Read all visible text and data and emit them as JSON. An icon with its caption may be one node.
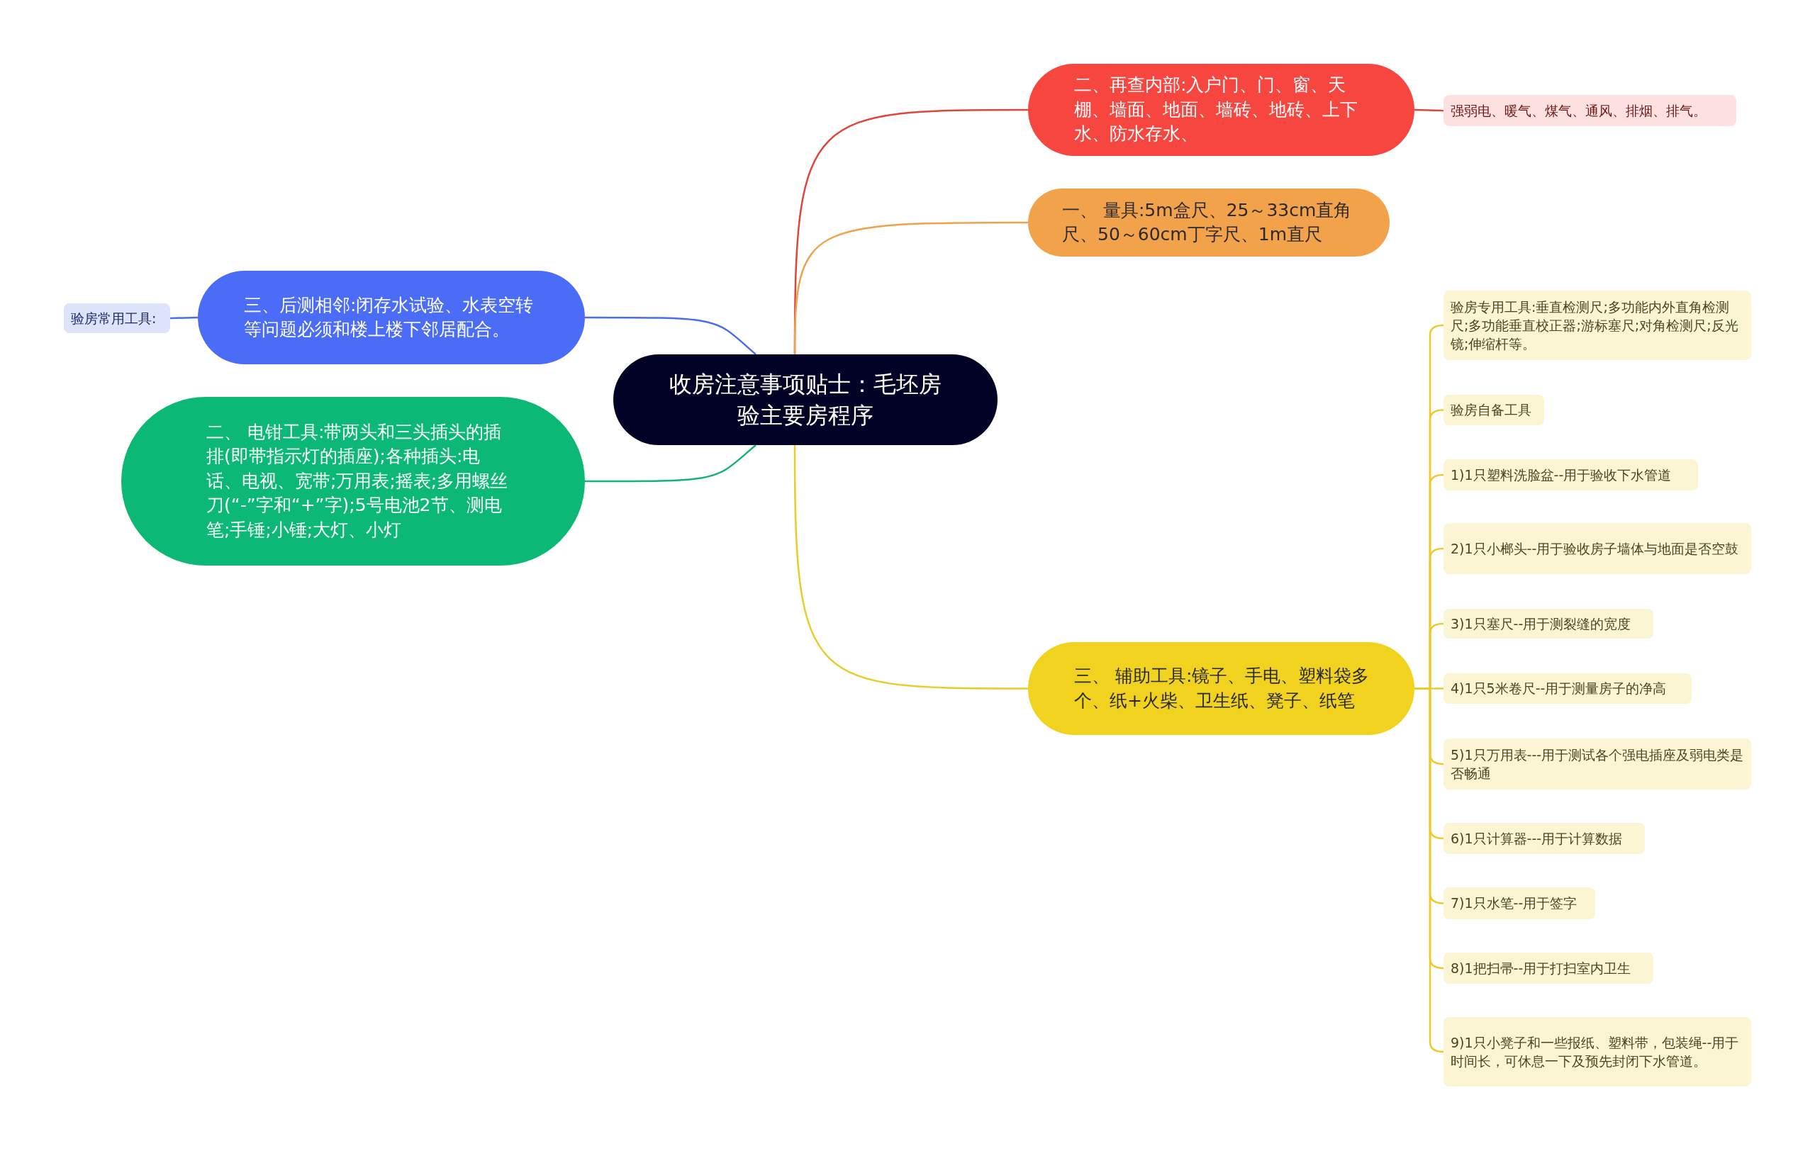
{
  "diagram": {
    "nodes": [
      {
        "text": [
          "收房注意事项贴士：毛坯房验主要房程序"
        ]
      },
      {
        "text": [
          "二、再查内部:入户门、门、窗、天棚、墙面、地面、墙砖、地砖、上下水、防水存水、"
        ]
      },
      {
        "text": [
          "强弱电、暖气、煤气、通风、排烟、排气。"
        ]
      },
      {
        "text": [
          "一、 量具:5m盒尺、25～33cm直角尺、50～60cm丁字尺、1m直尺"
        ]
      },
      {
        "text": [
          "三、后测相邻:闭存水试验、水表空转等问题必须和楼上楼下邻居配合。"
        ]
      },
      {
        "text": [
          "验房常用工具:"
        ]
      },
      {
        "text": [
          "二、 电钳工具:带两头和三头插头的插排(即带指示灯的插座);各种插头:电话、电视、宽带;万用表;摇表;多用螺丝刀(“-”字和“+”字);5号电池2节、测电笔;手锤;小锤;大灯、小灯"
        ]
      },
      {
        "text": [
          "三、 辅助工具:镜子、手电、塑料袋多个、纸+火柴、卫生纸、凳子、纸笔"
        ]
      },
      {
        "text": [
          "验房专用工具:垂直检测尺;多功能内外直角检测尺;多功能垂直校正器;游标塞尺;对角检测尺;反光镜;伸缩杆等。"
        ]
      },
      {
        "text": [
          "验房自备工具"
        ]
      },
      {
        "text": [
          "1)1只塑料洗脸盆--用于验收下水管道"
        ]
      },
      {
        "text": [
          "2)1只小榔头--用于验收房子墙体与地面是否空鼓"
        ]
      },
      {
        "text": [
          "3)1只塞尺--用于测裂缝的宽度"
        ]
      },
      {
        "text": [
          "4)1只5米卷尺--用于测量房子的净高"
        ]
      },
      {
        "text": [
          "5)1只万用表---用于测试各个强电插座及弱电类是否畅通"
        ]
      },
      {
        "text": [
          "6)1只计算器---用于计算数据"
        ]
      },
      {
        "text": [
          "7)1只水笔--用于签字"
        ]
      },
      {
        "text": [
          "8)1把扫帚--用于打扫室内卫生"
        ]
      },
      {
        "text": [
          "9)1只小凳子和一些报纸、塑料带，包装绳--用于时间长，可休息一下及预先封闭下水管道。"
        ]
      }
    ],
    "edges": [
      {
        "from": 0,
        "to": 1,
        "arrow": "none",
        "color": "#e0453c"
      },
      {
        "from": 1,
        "to": 2,
        "arrow": "none",
        "color": "#e0453c"
      },
      {
        "from": 0,
        "to": 3,
        "arrow": "none",
        "color": "#eca24e"
      },
      {
        "from": 0,
        "to": 4,
        "arrow": "none",
        "color": "#4a6cf0"
      },
      {
        "from": 4,
        "to": 5,
        "arrow": "none",
        "color": "#4a6cf0"
      },
      {
        "from": 0,
        "to": 6,
        "arrow": "none",
        "color": "#16b27a"
      },
      {
        "from": 0,
        "to": 7,
        "arrow": "none"
      },
      {
        "from": 7,
        "to": 8,
        "arrow": "none"
      },
      {
        "from": 7,
        "to": 9,
        "arrow": "none"
      },
      {
        "from": 7,
        "to": 10,
        "arrow": "none"
      },
      {
        "from": 7,
        "to": 11,
        "arrow": "none"
      },
      {
        "from": 7,
        "to": 12,
        "arrow": "none"
      },
      {
        "from": 7,
        "to": 13,
        "arrow": "none"
      },
      {
        "from": 7,
        "to": 14,
        "arrow": "none"
      },
      {
        "from": 7,
        "to": 15,
        "arrow": "none"
      },
      {
        "from": 7,
        "to": 16,
        "arrow": "none"
      },
      {
        "from": 7,
        "to": 17,
        "arrow": "none"
      },
      {
        "from": 7,
        "to": 18,
        "arrow": "none"
      }
    ]
  }
}
